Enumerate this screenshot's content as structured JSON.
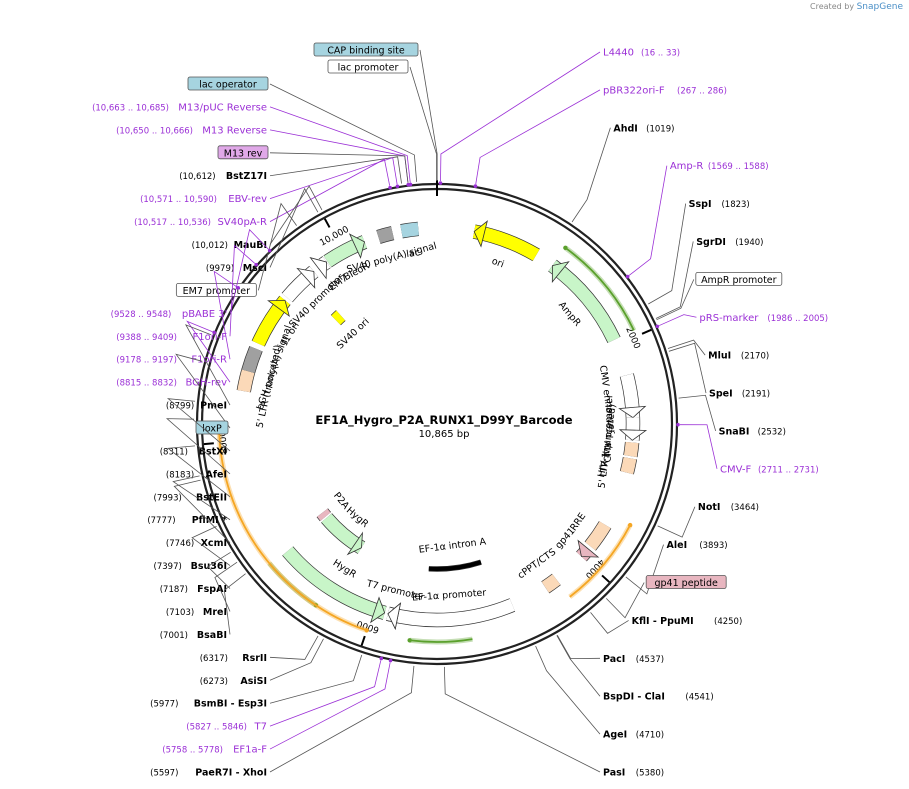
{
  "credit": {
    "prefix": "Created by",
    "brand": "SnapGene"
  },
  "plasmid": {
    "name": "EF1A_Hygro_P2A_RUNX1_D99Y_Barcode",
    "size_label": "10,865 bp",
    "length": 10865
  },
  "colors": {
    "site": "#000000",
    "primer": "#9b30d6",
    "feature_yellow": "#ffff00",
    "feature_green": "#c8f5c8",
    "feature_white": "#ffffff",
    "feature_peach": "#fbd9b8",
    "feature_grey": "#a0a0a0",
    "orf_orange": "#f5a623",
    "orf_green": "#5aa02c",
    "box_blue": "#a6d4e0",
    "box_pink": "#e0a8e8",
    "box_rose": "#e8b6c0"
  },
  "ticks": [
    {
      "pos": 2000,
      "label": "2000"
    },
    {
      "pos": 4000,
      "label": "4000"
    },
    {
      "pos": 6000,
      "label": "6000"
    },
    {
      "pos": 8000,
      "label": "8000"
    },
    {
      "pos": 10000,
      "label": "10,000"
    }
  ],
  "labels": [
    {
      "kind": "boxed",
      "name": "CAP binding site",
      "pos": 1,
      "style": "blue",
      "side": "top"
    },
    {
      "kind": "boxed",
      "name": "lac promoter",
      "pos": 10862,
      "style": "white",
      "side": "top"
    },
    {
      "kind": "primer",
      "name": "L4440",
      "coords": "(16 .. 33)",
      "pos": 25,
      "side": "right"
    },
    {
      "kind": "primer",
      "name": "pBR322ori-F",
      "coords": "(267 .. 286)",
      "pos": 277,
      "side": "right"
    },
    {
      "kind": "primer",
      "name": "M13/pUC Reverse",
      "coords": "(10,663 .. 10,685)",
      "pos": 10674,
      "side": "left"
    },
    {
      "kind": "boxed",
      "name": "lac operator",
      "pos": 10720,
      "style": "blue",
      "side": "left"
    },
    {
      "kind": "primer",
      "name": "M13 Reverse",
      "coords": "(10,650 .. 10,666)",
      "pos": 10658,
      "side": "left"
    },
    {
      "kind": "boxed",
      "name": "M13 rev",
      "pos": 10658,
      "style": "pink",
      "side": "left"
    },
    {
      "kind": "site",
      "name": "BstZ17I",
      "coords": "(10,612)",
      "pos": 10612,
      "side": "left"
    },
    {
      "kind": "primer",
      "name": "EBV-rev",
      "coords": "(10,571 .. 10,590)",
      "pos": 10580,
      "side": "left"
    },
    {
      "kind": "primer",
      "name": "SV40pA-R",
      "coords": "(10,517 .. 10,536)",
      "pos": 10526,
      "side": "left"
    },
    {
      "kind": "site",
      "name": "MauBI",
      "coords": "(10,012)",
      "pos": 10012,
      "side": "left"
    },
    {
      "kind": "site",
      "name": "MscI",
      "coords": "(9979)",
      "pos": 9979,
      "side": "left"
    },
    {
      "kind": "boxed",
      "name": "EM7 promoter",
      "pos": 9800,
      "style": "white",
      "side": "left"
    },
    {
      "kind": "primer",
      "name": "pBABE 3'",
      "coords": "(9528 .. 9548)",
      "pos": 9538,
      "side": "left"
    },
    {
      "kind": "primer",
      "name": "F1ori-F",
      "coords": "(9388 .. 9409)",
      "pos": 9398,
      "side": "left"
    },
    {
      "kind": "primer",
      "name": "F1ori-R",
      "coords": "(9178 .. 9197)",
      "pos": 9187,
      "side": "left"
    },
    {
      "kind": "primer",
      "name": "BGH-rev",
      "coords": "(8815 .. 8832)",
      "pos": 8823,
      "side": "left"
    },
    {
      "kind": "site",
      "name": "PmeI",
      "coords": "(8799)",
      "pos": 8799,
      "side": "left"
    },
    {
      "kind": "boxed",
      "name": "loxP",
      "pos": 8600,
      "style": "blue",
      "side": "left"
    },
    {
      "kind": "site",
      "name": "BstXI",
      "coords": "(8311)",
      "pos": 8311,
      "side": "left"
    },
    {
      "kind": "site",
      "name": "AfeI",
      "coords": "(8183)",
      "pos": 8183,
      "side": "left"
    },
    {
      "kind": "site",
      "name": "BstEII",
      "coords": "(7993)",
      "pos": 7993,
      "side": "left"
    },
    {
      "kind": "site",
      "name": "PflMI *",
      "coords": "(7777)",
      "pos": 7777,
      "side": "left"
    },
    {
      "kind": "site",
      "name": "XcmI",
      "coords": "(7746)",
      "pos": 7746,
      "side": "left"
    },
    {
      "kind": "site",
      "name": "Bsu36I",
      "coords": "(7397)",
      "pos": 7397,
      "side": "left"
    },
    {
      "kind": "site",
      "name": "FspAI",
      "coords": "(7187)",
      "pos": 7187,
      "side": "left"
    },
    {
      "kind": "site",
      "name": "MreI",
      "coords": "(7103)",
      "pos": 7103,
      "side": "left"
    },
    {
      "kind": "site",
      "name": "BsaBI",
      "coords": "(7001)",
      "pos": 7001,
      "side": "left"
    },
    {
      "kind": "site",
      "name": "RsrII",
      "coords": "(6317)",
      "pos": 6317,
      "side": "left"
    },
    {
      "kind": "site",
      "name": "AsiSI",
      "coords": "(6273)",
      "pos": 6273,
      "side": "left"
    },
    {
      "kind": "site",
      "name": "BsmBI - Esp3I",
      "coords": "(5977)",
      "pos": 5977,
      "side": "left"
    },
    {
      "kind": "primer",
      "name": "T7",
      "coords": "(5827 .. 5846)",
      "pos": 5836,
      "side": "left"
    },
    {
      "kind": "primer",
      "name": "EF1a-F",
      "coords": "(5758 .. 5778)",
      "pos": 5768,
      "side": "left"
    },
    {
      "kind": "site",
      "name": "PaeR7I - XhoI",
      "coords": "(5597)",
      "pos": 5597,
      "side": "left"
    },
    {
      "kind": "site",
      "name": "PasI",
      "coords": "(5380)",
      "pos": 5380,
      "side": "right"
    },
    {
      "kind": "site",
      "name": "AgeI",
      "coords": "(4710)",
      "pos": 4710,
      "side": "right"
    },
    {
      "kind": "site",
      "name": "BspDI - ClaI",
      "coords": "(4541)",
      "pos": 4541,
      "side": "right"
    },
    {
      "kind": "site",
      "name": "PacI",
      "coords": "(4537)",
      "pos": 4537,
      "side": "right"
    },
    {
      "kind": "site",
      "name": "KflI - PpuMI",
      "coords": "(4250)",
      "pos": 4250,
      "side": "right"
    },
    {
      "kind": "boxed",
      "name": "gp41 peptide",
      "pos": 4100,
      "style": "rose",
      "side": "right"
    },
    {
      "kind": "site",
      "name": "AleI",
      "coords": "(3893)",
      "pos": 3893,
      "side": "right"
    },
    {
      "kind": "site",
      "name": "NotI",
      "coords": "(3464)",
      "pos": 3464,
      "side": "right"
    },
    {
      "kind": "primer",
      "name": "CMV-F",
      "coords": "(2711 .. 2731)",
      "pos": 2721,
      "side": "right"
    },
    {
      "kind": "site",
      "name": "SnaBI",
      "coords": "(2532)",
      "pos": 2532,
      "side": "right"
    },
    {
      "kind": "site",
      "name": "SpeI",
      "coords": "(2191)",
      "pos": 2191,
      "side": "right"
    },
    {
      "kind": "site",
      "name": "MluI",
      "coords": "(2170)",
      "pos": 2170,
      "side": "right"
    },
    {
      "kind": "primer",
      "name": "pRS-marker",
      "coords": "(1986 .. 2005)",
      "pos": 1995,
      "side": "right"
    },
    {
      "kind": "site",
      "name": "SgrDI",
      "coords": "(1940)",
      "pos": 1940,
      "side": "right"
    },
    {
      "kind": "boxed",
      "name": "AmpR promoter",
      "pos": 1950,
      "style": "white",
      "side": "right"
    },
    {
      "kind": "site",
      "name": "SspI",
      "coords": "(1823)",
      "pos": 1823,
      "side": "right"
    },
    {
      "kind": "primer",
      "name": "Amp-R",
      "coords": "(1569 .. 1588)",
      "pos": 1578,
      "side": "right"
    },
    {
      "kind": "site",
      "name": "AhdI",
      "coords": "(1019)",
      "pos": 1019,
      "side": "right"
    }
  ],
  "features": [
    {
      "name": "ori",
      "start": 330,
      "end": 918,
      "ring": 1,
      "color": "yellow",
      "dir": -1
    },
    {
      "name": "AmpR",
      "start": 1089,
      "end": 1949,
      "ring": 1,
      "color": "green",
      "dir": -1
    },
    {
      "name": "CMV enhancer",
      "start": 2280,
      "end": 2660,
      "ring": 1,
      "color": "white",
      "dir": 1
    },
    {
      "name": "CMV promoter",
      "start": 2660,
      "end": 2860,
      "ring": 1,
      "color": "white",
      "dir": 1
    },
    {
      "name": "HIV-1 ψ",
      "start": 3020,
      "end": 3150,
      "ring": 1,
      "color": "peach",
      "dir": 0
    },
    {
      "name": "5' LTR (truncated)",
      "start": 2880,
      "end": 3000,
      "ring": 1,
      "color": "peach",
      "dir": 0
    },
    {
      "name": "RRE",
      "start": 3650,
      "end": 3880,
      "ring": 1,
      "color": "peach",
      "dir": 0
    },
    {
      "name": "cPPT/CTS",
      "start": 4300,
      "end": 4420,
      "ring": 1,
      "color": "peach",
      "dir": 0
    },
    {
      "name": "gp41",
      "start": 3950,
      "end": 4000,
      "ring": 1,
      "color": "rose",
      "dir": 1
    },
    {
      "name": "EF-1α promoter",
      "start": 4750,
      "end": 5870,
      "ring": 1,
      "color": "white",
      "dir": 1
    },
    {
      "name": "EF-1α intron A",
      "start": 4900,
      "end": 5530,
      "ring": 2,
      "color": "black",
      "dir": 0
    },
    {
      "name": "T7 promoter",
      "start": 5840,
      "end": 5870,
      "ring": 1,
      "color": "white",
      "dir": 1
    },
    {
      "name": "HygR",
      "start": 5900,
      "end": 6930,
      "ring": 1,
      "color": "green",
      "dir": -1
    },
    {
      "name": "HygR",
      "start": 6380,
      "end": 6930,
      "ring": 2,
      "color": "green",
      "dir": -1
    },
    {
      "name": "P2A",
      "start": 6950,
      "end": 7010,
      "ring": 2,
      "color": "rose",
      "dir": 0
    },
    {
      "name": "5' LTR (truncated)",
      "start": 8440,
      "end": 8620,
      "ring": 1,
      "color": "peach",
      "dir": 0
    },
    {
      "name": "bGH poly(A) signal",
      "start": 8620,
      "end": 8830,
      "ring": 1,
      "color": "grey",
      "dir": 0
    },
    {
      "name": "f1 ori",
      "start": 8880,
      "end": 9330,
      "ring": 1,
      "color": "yellow",
      "dir": 1
    },
    {
      "name": "SV40 promoter",
      "start": 9360,
      "end": 9690,
      "ring": 1,
      "color": "white",
      "dir": 1
    },
    {
      "name": "SV40 ori",
      "start": 9530,
      "end": 9610,
      "ring": 2,
      "color": "yellow",
      "dir": 0
    },
    {
      "name": "BleoR",
      "start": 9840,
      "end": 10210,
      "ring": 1,
      "color": "green",
      "dir": 1
    },
    {
      "name": "EM7",
      "start": 9790,
      "end": 9830,
      "ring": 1,
      "color": "white",
      "dir": 1
    },
    {
      "name": "SV40 poly(A) signal",
      "start": 10340,
      "end": 10470,
      "ring": 1,
      "color": "grey",
      "dir": 0
    },
    {
      "name": "lac",
      "start": 10550,
      "end": 10700,
      "ring": 1,
      "color": "blue",
      "dir": 0
    }
  ],
  "orfs": [
    {
      "start": 1089,
      "end": 1949,
      "color": "green",
      "dir": -1
    },
    {
      "start": 3550,
      "end": 4300,
      "color": "orange",
      "dir": -1
    },
    {
      "start": 5150,
      "end": 5650,
      "color": "green",
      "dir": 1
    },
    {
      "start": 6450,
      "end": 6950,
      "color": "green",
      "dir": -1
    },
    {
      "start": 6000,
      "end": 8100,
      "color": "orange",
      "dir": -1
    }
  ]
}
